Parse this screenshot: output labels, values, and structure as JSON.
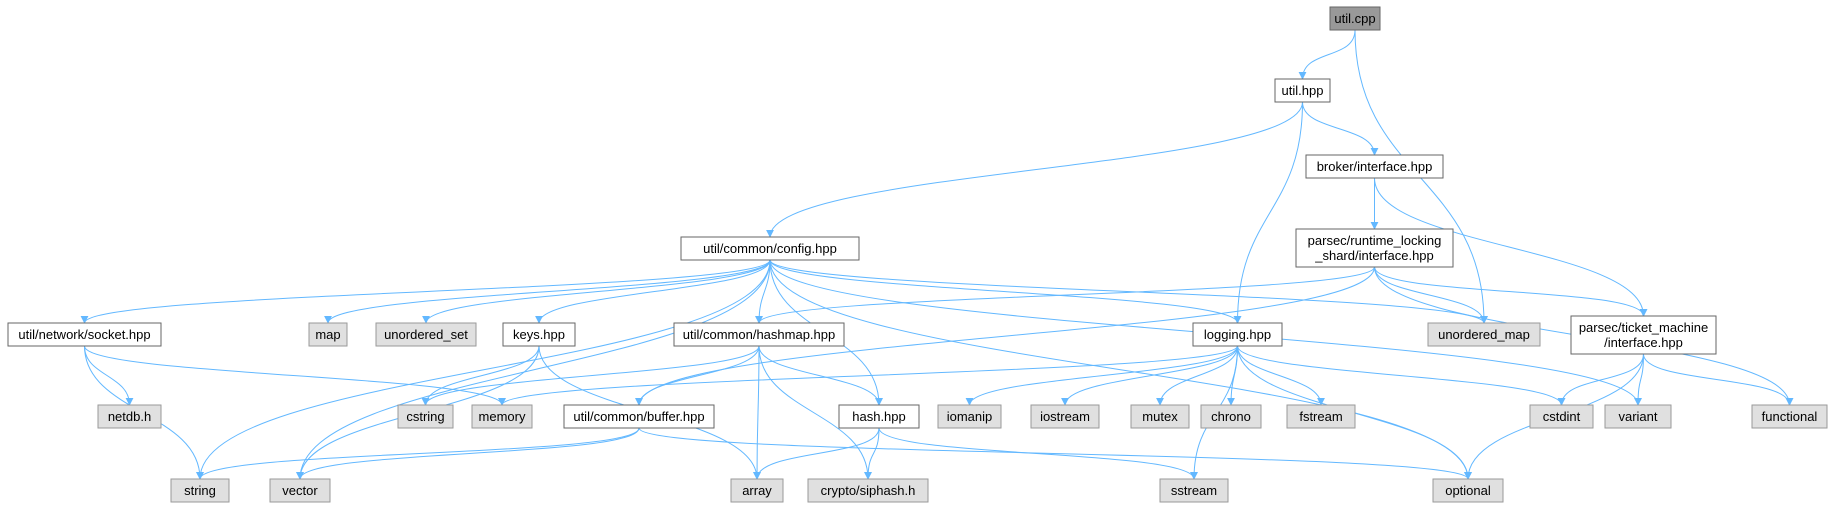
{
  "diagram": {
    "colors": {
      "edge": "#63b8ff",
      "file_fill": "#ffffff",
      "system_fill": "#e0e0e0",
      "root_fill": "#999999",
      "border": "#666666"
    },
    "nodes": [
      {
        "id": "util_cpp",
        "kind": "root",
        "lines": [
          "util.cpp"
        ]
      },
      {
        "id": "util_hpp",
        "kind": "file",
        "lines": [
          "util.hpp"
        ]
      },
      {
        "id": "broker_interface",
        "kind": "file",
        "lines": [
          "broker/interface.hpp"
        ]
      },
      {
        "id": "parsec_rls",
        "kind": "file",
        "lines": [
          "parsec/runtime_locking",
          "_shard/interface.hpp"
        ]
      },
      {
        "id": "config",
        "kind": "file",
        "lines": [
          "util/common/config.hpp"
        ]
      },
      {
        "id": "socket",
        "kind": "file",
        "lines": [
          "util/network/socket.hpp"
        ]
      },
      {
        "id": "map",
        "kind": "sys",
        "lines": [
          "map"
        ]
      },
      {
        "id": "unordered_set",
        "kind": "sys",
        "lines": [
          "unordered_set"
        ]
      },
      {
        "id": "keys",
        "kind": "file",
        "lines": [
          "keys.hpp"
        ]
      },
      {
        "id": "hashmap",
        "kind": "file",
        "lines": [
          "util/common/hashmap.hpp"
        ]
      },
      {
        "id": "logging",
        "kind": "file",
        "lines": [
          "logging.hpp"
        ]
      },
      {
        "id": "unordered_map",
        "kind": "sys",
        "lines": [
          "unordered_map"
        ]
      },
      {
        "id": "ticket",
        "kind": "file",
        "lines": [
          "parsec/ticket_machine",
          "/interface.hpp"
        ]
      },
      {
        "id": "netdb",
        "kind": "sys",
        "lines": [
          "netdb.h"
        ]
      },
      {
        "id": "cstring",
        "kind": "sys",
        "lines": [
          "cstring"
        ]
      },
      {
        "id": "memory",
        "kind": "sys",
        "lines": [
          "memory"
        ]
      },
      {
        "id": "buffer",
        "kind": "file",
        "lines": [
          "util/common/buffer.hpp"
        ]
      },
      {
        "id": "hash",
        "kind": "file",
        "lines": [
          "hash.hpp"
        ]
      },
      {
        "id": "iomanip",
        "kind": "sys",
        "lines": [
          "iomanip"
        ]
      },
      {
        "id": "iostream",
        "kind": "sys",
        "lines": [
          "iostream"
        ]
      },
      {
        "id": "mutex",
        "kind": "sys",
        "lines": [
          "mutex"
        ]
      },
      {
        "id": "chrono",
        "kind": "sys",
        "lines": [
          "chrono"
        ]
      },
      {
        "id": "fstream",
        "kind": "sys",
        "lines": [
          "fstream"
        ]
      },
      {
        "id": "cstdint",
        "kind": "sys",
        "lines": [
          "cstdint"
        ]
      },
      {
        "id": "variant",
        "kind": "sys",
        "lines": [
          "variant"
        ]
      },
      {
        "id": "functional",
        "kind": "sys",
        "lines": [
          "functional"
        ]
      },
      {
        "id": "string",
        "kind": "sys",
        "lines": [
          "string"
        ]
      },
      {
        "id": "vector",
        "kind": "sys",
        "lines": [
          "vector"
        ]
      },
      {
        "id": "array",
        "kind": "sys",
        "lines": [
          "array"
        ]
      },
      {
        "id": "siphash",
        "kind": "sys",
        "lines": [
          "crypto/siphash.h"
        ]
      },
      {
        "id": "sstream",
        "kind": "sys",
        "lines": [
          "sstream"
        ]
      },
      {
        "id": "optional",
        "kind": "sys",
        "lines": [
          "optional"
        ]
      }
    ],
    "edges": [
      [
        "util_cpp",
        "util_hpp"
      ],
      [
        "util_cpp",
        "unordered_map"
      ],
      [
        "util_hpp",
        "config"
      ],
      [
        "util_hpp",
        "broker_interface"
      ],
      [
        "util_hpp",
        "logging"
      ],
      [
        "broker_interface",
        "parsec_rls"
      ],
      [
        "broker_interface",
        "ticket"
      ],
      [
        "parsec_rls",
        "buffer"
      ],
      [
        "parsec_rls",
        "hashmap"
      ],
      [
        "parsec_rls",
        "unordered_map"
      ],
      [
        "parsec_rls",
        "ticket"
      ],
      [
        "parsec_rls",
        "functional"
      ],
      [
        "config",
        "socket"
      ],
      [
        "config",
        "map"
      ],
      [
        "config",
        "unordered_set"
      ],
      [
        "config",
        "keys"
      ],
      [
        "config",
        "hashmap"
      ],
      [
        "config",
        "hash"
      ],
      [
        "config",
        "logging"
      ],
      [
        "config",
        "string"
      ],
      [
        "config",
        "vector"
      ],
      [
        "config",
        "unordered_map"
      ],
      [
        "config",
        "variant"
      ],
      [
        "config",
        "optional"
      ],
      [
        "socket",
        "netdb"
      ],
      [
        "socket",
        "string"
      ],
      [
        "socket",
        "memory"
      ],
      [
        "keys",
        "cstring"
      ],
      [
        "keys",
        "vector"
      ],
      [
        "keys",
        "array"
      ],
      [
        "hashmap",
        "cstring"
      ],
      [
        "hashmap",
        "buffer"
      ],
      [
        "hashmap",
        "hash"
      ],
      [
        "hashmap",
        "array"
      ],
      [
        "hashmap",
        "siphash"
      ],
      [
        "logging",
        "memory"
      ],
      [
        "logging",
        "iomanip"
      ],
      [
        "logging",
        "iostream"
      ],
      [
        "logging",
        "mutex"
      ],
      [
        "logging",
        "chrono"
      ],
      [
        "logging",
        "fstream"
      ],
      [
        "logging",
        "cstdint"
      ],
      [
        "logging",
        "sstream"
      ],
      [
        "logging",
        "optional"
      ],
      [
        "buffer",
        "string"
      ],
      [
        "buffer",
        "vector"
      ],
      [
        "buffer",
        "optional"
      ],
      [
        "hash",
        "array"
      ],
      [
        "hash",
        "siphash"
      ],
      [
        "hash",
        "sstream"
      ],
      [
        "ticket",
        "cstdint"
      ],
      [
        "ticket",
        "variant"
      ],
      [
        "ticket",
        "functional"
      ],
      [
        "ticket",
        "optional"
      ]
    ]
  }
}
